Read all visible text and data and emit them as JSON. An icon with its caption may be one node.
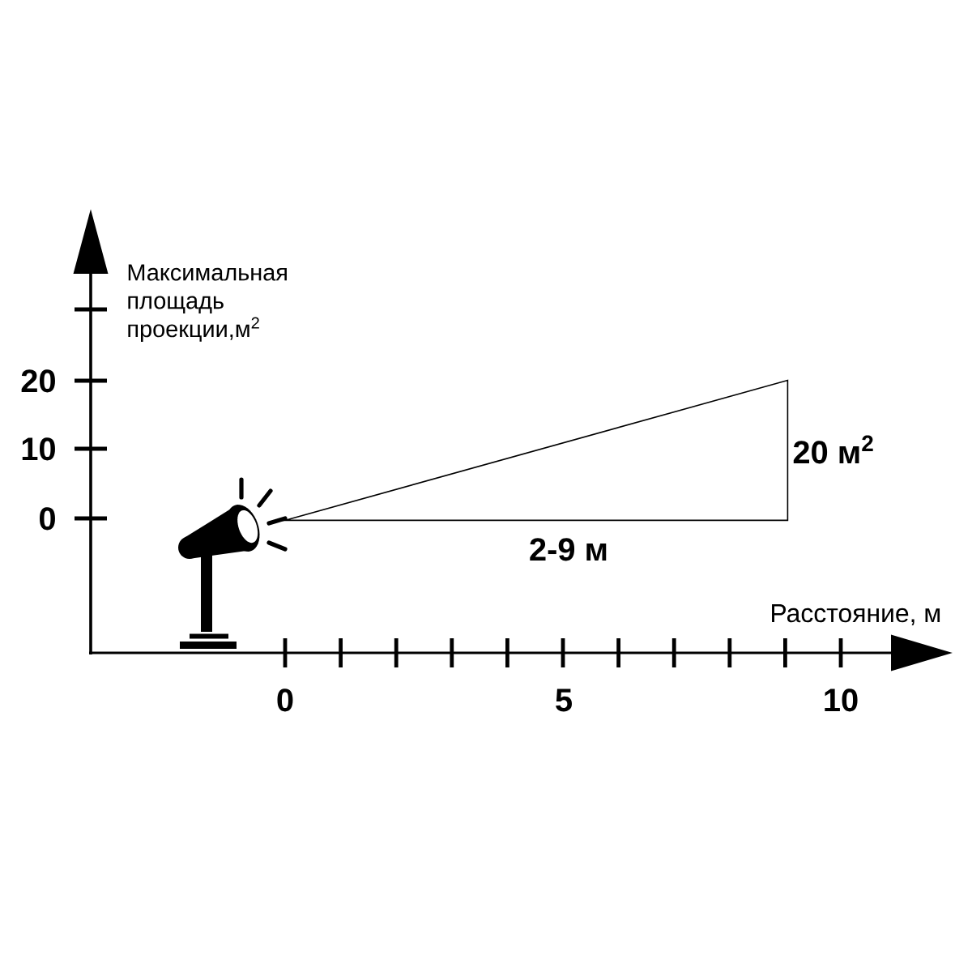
{
  "diagram": {
    "nodes": [
      {
        "text": [],
        "shape": "triangle",
        "beside": [
          "20 м$^{2}$",
          "2-9 м"
        ]
      }
    ],
    "labels": [
      "Максимальная площадь проекции,м$^{2}$",
      "20",
      "10",
      "0",
      "Расстояние, м",
      "0",
      "5",
      "10"
    ]
  }
}
